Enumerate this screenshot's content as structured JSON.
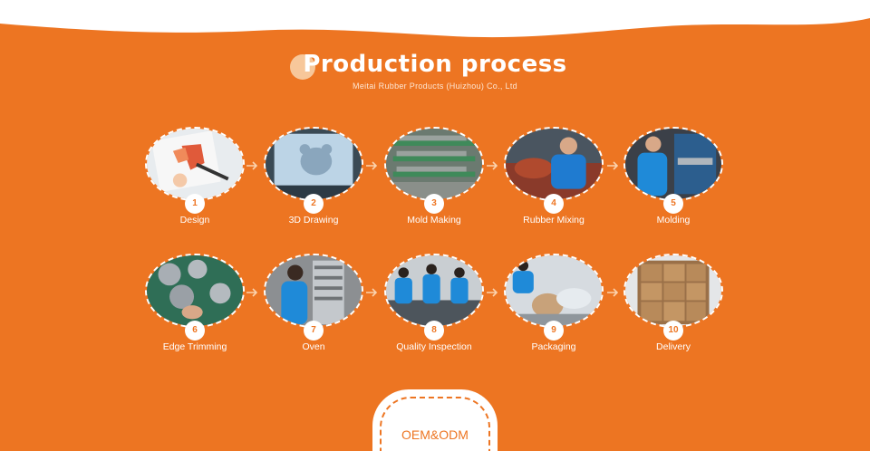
{
  "header": {
    "title": "Production process",
    "subtitle": "Meitai Rubber Products (Huizhou) Co., Ltd"
  },
  "colors": {
    "background": "#ed7522",
    "accent_light": "#f7c79a",
    "text": "#ffffff"
  },
  "steps": [
    {
      "number": "1",
      "label": "Design"
    },
    {
      "number": "2",
      "label": "3D Drawing"
    },
    {
      "number": "3",
      "label": "Mold Making"
    },
    {
      "number": "4",
      "label": "Rubber Mixing"
    },
    {
      "number": "5",
      "label": "Molding"
    },
    {
      "number": "6",
      "label": "Edge Trimming"
    },
    {
      "number": "7",
      "label": "Oven"
    },
    {
      "number": "8",
      "label": "Quality Inspection"
    },
    {
      "number": "9",
      "label": "Packaging"
    },
    {
      "number": "10",
      "label": "Delivery"
    }
  ],
  "footer": {
    "button_label": "OEM&ODM"
  }
}
